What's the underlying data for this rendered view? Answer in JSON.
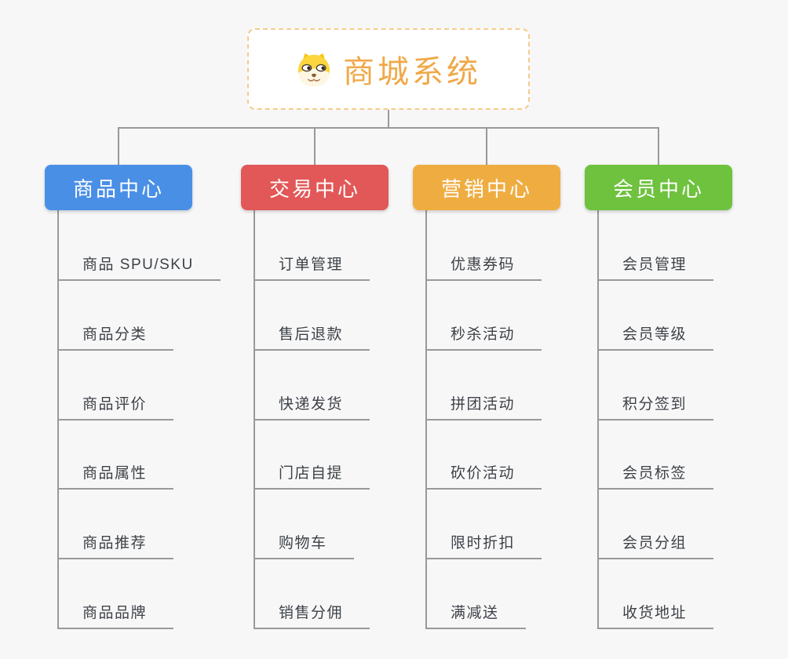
{
  "page": {
    "background_color": "#f7f7f8",
    "connector_color": "#999999"
  },
  "root": {
    "title": "商城系统",
    "icon": "dog-face-icon",
    "text_color": "#f0a848",
    "border_color": "#f6cb8a"
  },
  "branches": [
    {
      "name": "product-center",
      "label": "商品中心",
      "color": "#4a8fe6",
      "children": [
        "商品 SPU/SKU",
        "商品分类",
        "商品评价",
        "商品属性",
        "商品推荐",
        "商品品牌"
      ]
    },
    {
      "name": "trade-center",
      "label": "交易中心",
      "color": "#e25757",
      "children": [
        "订单管理",
        "售后退款",
        "快递发货",
        "门店自提",
        "购物车",
        "销售分佣"
      ]
    },
    {
      "name": "marketing-center",
      "label": "营销中心",
      "color": "#efad41",
      "children": [
        "优惠券码",
        "秒杀活动",
        "拼团活动",
        "砍价活动",
        "限时折扣",
        "满减送"
      ]
    },
    {
      "name": "member-center",
      "label": "会员中心",
      "color": "#6ec23e",
      "children": [
        "会员管理",
        "会员等级",
        "积分签到",
        "会员标签",
        "会员分组",
        "收货地址"
      ]
    }
  ]
}
